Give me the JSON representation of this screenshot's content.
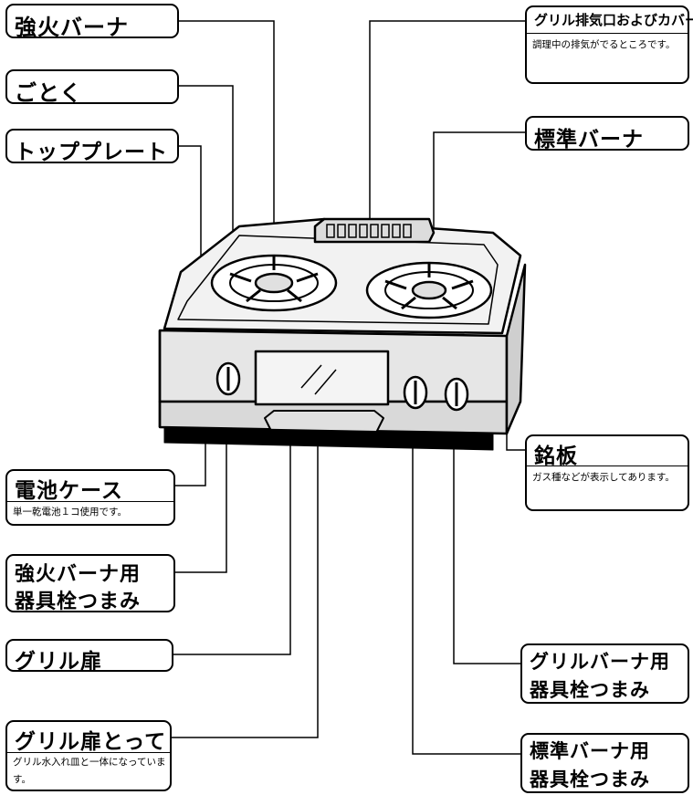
{
  "labels": {
    "strong_burner": {
      "title": "強火バーナ"
    },
    "trivet": {
      "title": "ごとく"
    },
    "top_plate": {
      "title": "トッププレート"
    },
    "grill_vent": {
      "title": "グリル排気口およびカバー",
      "desc": "調理中の排気がでるところです。"
    },
    "standard_burner": {
      "title": "標準バーナ"
    },
    "nameplate": {
      "title": "銘板",
      "desc": "ガス種などが表示してあります。"
    },
    "battery_case": {
      "title": "電池ケース",
      "desc": "単一乾電池１コ使用です。"
    },
    "strong_burner_knob": {
      "line1": "強火バーナ用",
      "line2": "器具栓つまみ"
    },
    "grill_door": {
      "title": "グリル扉"
    },
    "grill_burner_knob": {
      "line1": "グリルバーナ用",
      "line2": "器具栓つまみ"
    },
    "grill_door_handle": {
      "title": "グリル扉とって",
      "desc": "グリル水入れ皿と一体になっています。"
    },
    "standard_burner_knob": {
      "line1": "標準バーナ用",
      "line2": "器具栓つまみ"
    }
  },
  "colors": {
    "line": "#000000",
    "background": "#ffffff",
    "body_fill": "#e6e6e6",
    "plate_fill": "#f2f2f2"
  }
}
